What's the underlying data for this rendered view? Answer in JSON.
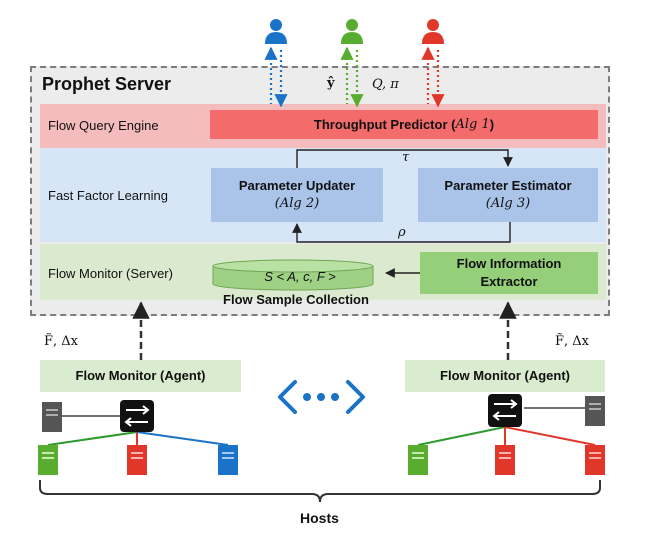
{
  "server": {
    "title": "Prophet Server",
    "layers": {
      "query": "Flow Query Engine",
      "learning": "Fast Factor Learning",
      "monitor": "Flow Monitor (Server)"
    },
    "throughput_predictor": {
      "label": "Throughput Predictor (",
      "alg": "Alg 1",
      "close": ")"
    },
    "parameter_updater": {
      "label": "Parameter Updater",
      "alg": "(Alg 2)"
    },
    "parameter_estimator": {
      "label": "Parameter Estimator",
      "alg": "(Alg 3)"
    },
    "flow_info_extractor": {
      "line1": "Flow Information",
      "line2": "Extractor"
    },
    "sample_collection": {
      "formula": "S < A, c, F >",
      "label": "Flow Sample Collection"
    },
    "symbols": {
      "tau": "τ",
      "rho": "ρ",
      "yhat": "ŷ",
      "query": "Q, π"
    }
  },
  "agents": {
    "left": {
      "label": "Flow Monitor (Agent)",
      "annotation": "F̃, Δx"
    },
    "right": {
      "label": "Flow Monitor (Agent)",
      "annotation": "F̃, Δx"
    }
  },
  "hosts_label": "Hosts",
  "colors": {
    "user_blue": "#1a73c7",
    "user_green": "#58ad2f",
    "user_red": "#e0372a",
    "switch": "#111111",
    "host_gray": "#555555"
  },
  "icons": [
    "user-icon",
    "switch-icon",
    "server-icon",
    "network-ellipsis-icon"
  ]
}
